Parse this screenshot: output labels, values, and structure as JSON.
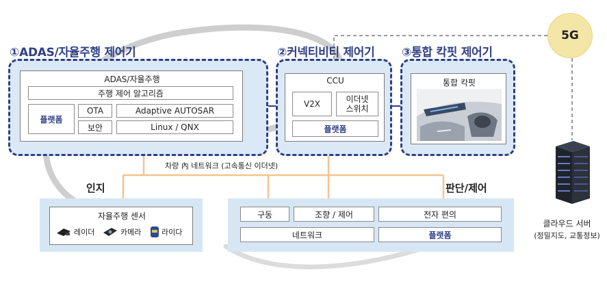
{
  "colors": {
    "navy": "#2e3f86",
    "orange": "#f5c38e",
    "panel": "#d6e6f4",
    "badge": "#f4e6a6"
  },
  "badge": "5G",
  "ctrl1": {
    "title": "①ADAS/자율주행 제어기",
    "inner_title": "ADAS/자율주행",
    "algorithm": "주행 제어 알고리즘",
    "platform": "플랫폼",
    "ota": "OTA",
    "security": "보안",
    "autosar": "Adaptive AUTOSAR",
    "os": "Linux / QNX"
  },
  "ctrl2": {
    "title": "②커넥티비티 제어기",
    "inner_title": "CCU",
    "v2x": "V2X",
    "ethernet_switch_line1": "이더넷",
    "ethernet_switch_line2": "스위치",
    "platform": "플랫폼"
  },
  "ctrl3": {
    "title": "③통합 칵핏 제어기",
    "inner_title": "통합 칵핏"
  },
  "network_label": "차량 內 네트워크 (고속통신 이더넷)",
  "perception": {
    "section": "인지",
    "box_title": "자율주행 센서",
    "sensors": [
      "레이더",
      "카메라",
      "라이다"
    ]
  },
  "decision": {
    "section": "판단/제어",
    "drive": "구동",
    "steer": "조향 / 제어",
    "convenience": "전자 편의",
    "network": "네트워크",
    "platform": "플랫폼"
  },
  "cloud": {
    "line1": "클라우드 서버",
    "line2": "(정밀지도, 교통정보)"
  }
}
